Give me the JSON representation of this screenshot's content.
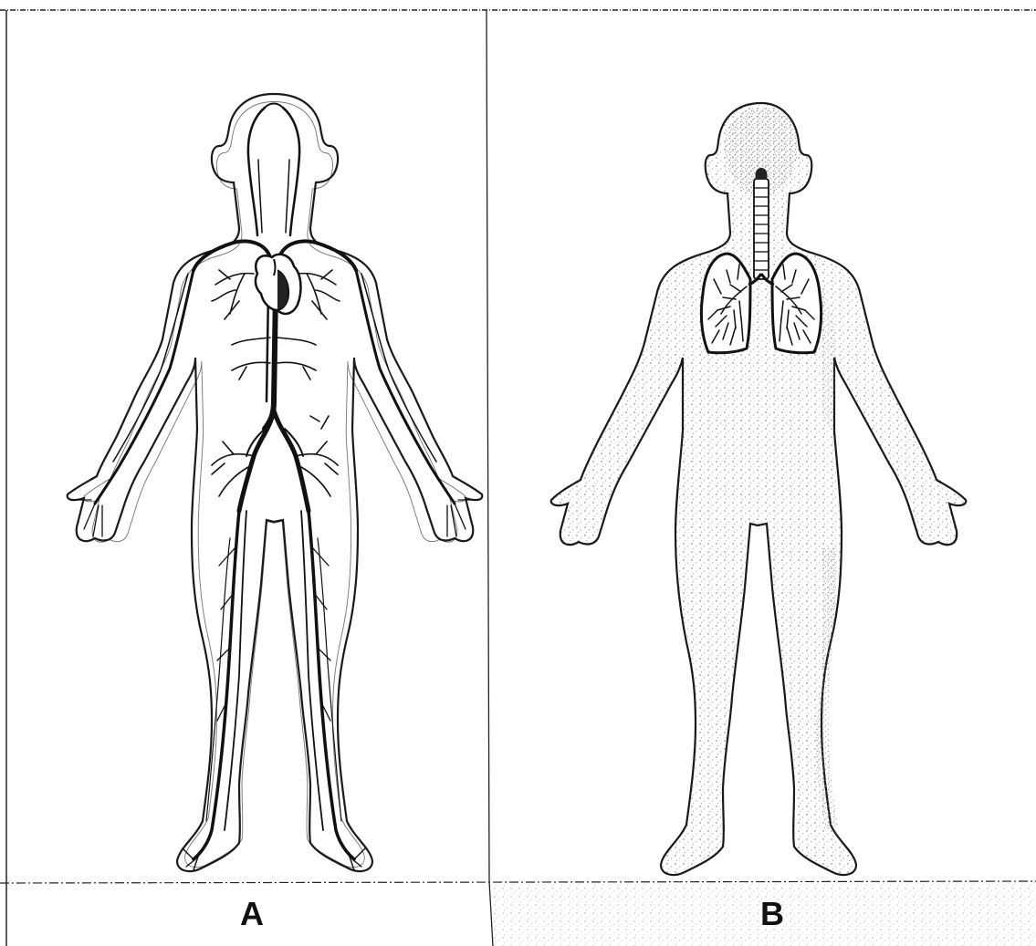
{
  "panels": [
    {
      "label": "A",
      "depicts": "circulatory-system"
    },
    {
      "label": "B",
      "depicts": "respiratory-system"
    }
  ],
  "colors": {
    "ink": "#1a1a1a",
    "stipple": "#bdbdbd",
    "background": "#ffffff"
  },
  "icons": [
    "circulatory-figure-icon",
    "respiratory-figure-icon",
    "heart-icon",
    "lungs-icon",
    "trachea-icon"
  ]
}
